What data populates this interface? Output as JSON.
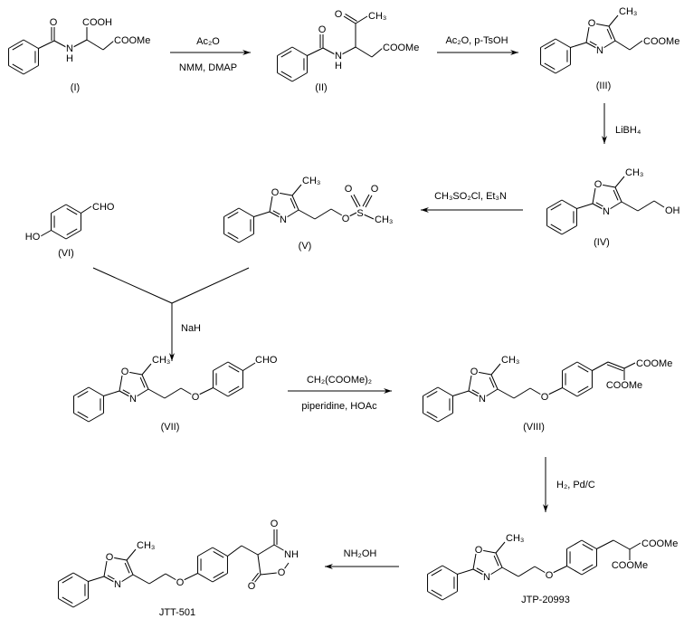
{
  "compounds": {
    "I": "(I)",
    "II": "(II)",
    "III": "(III)",
    "IV": "(IV)",
    "V": "(V)",
    "VI": "(VI)",
    "VII": "(VII)",
    "VIII": "(VIII)",
    "JTP": "JTP-20993",
    "JTT": "JTT-501"
  },
  "reagents": {
    "s1_top": "Ac₂O",
    "s1_bottom": "NMM, DMAP",
    "s2": "Ac₂O, p-TsOH",
    "s3": "LiBH₄",
    "s4": "CH₃SO₂Cl, Et₃N",
    "s5": "NaH",
    "s6_top": "CH₂(COOMe)₂",
    "s6_bottom": "piperidine, HOAc",
    "s7": "H₂, Pd/C",
    "s8": "NH₂OH"
  },
  "atoms": {
    "O": "O",
    "N": "N",
    "H": "H",
    "NH": "NH",
    "S": "S",
    "CH3": "CH₃",
    "COOH": "COOH",
    "COOMe": "COOMe",
    "OH": "OH",
    "HO": "HO",
    "CHO": "CHO"
  }
}
